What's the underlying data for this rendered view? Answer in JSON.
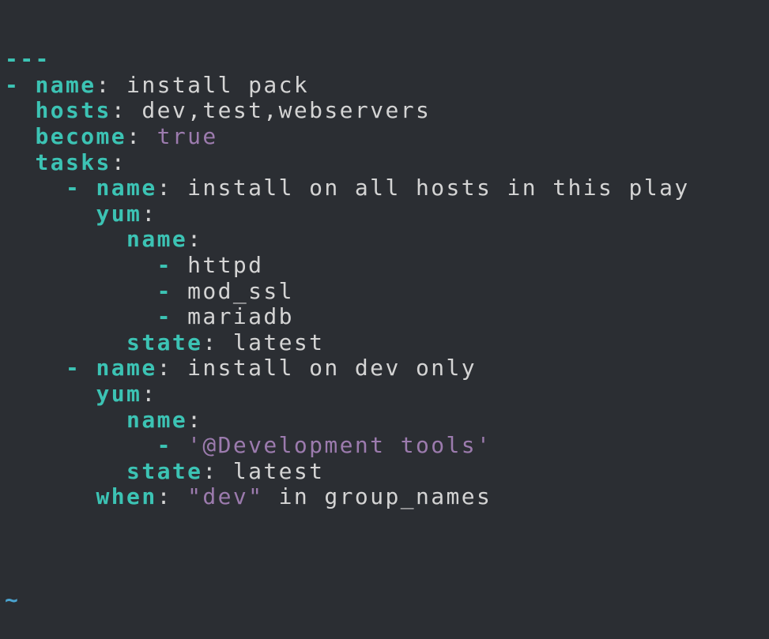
{
  "app": {
    "name": "terminal text editor",
    "content_type": "ansible-playbook-yaml"
  },
  "colors": {
    "background": "#2b2e33",
    "key": "#3cc3b4",
    "text": "#d4d4d4",
    "string": "#9c7bae",
    "tilde": "#4aa3cf"
  },
  "buffer": {
    "empty_line_marker": "~",
    "lines": [
      {
        "segments": [
          {
            "style": "key",
            "text": "---"
          }
        ]
      },
      {
        "segments": [
          {
            "style": "key",
            "text": "- name"
          },
          {
            "style": "text",
            "text": ": install pack"
          }
        ]
      },
      {
        "segments": [
          {
            "style": "key",
            "text": "  hosts"
          },
          {
            "style": "text",
            "text": ": dev,test,webservers"
          }
        ]
      },
      {
        "segments": [
          {
            "style": "key",
            "text": "  become"
          },
          {
            "style": "text",
            "text": ": "
          },
          {
            "style": "str",
            "text": "true"
          }
        ]
      },
      {
        "segments": [
          {
            "style": "key",
            "text": "  tasks"
          },
          {
            "style": "text",
            "text": ":"
          }
        ]
      },
      {
        "segments": [
          {
            "style": "key",
            "text": "    - name"
          },
          {
            "style": "text",
            "text": ": install on all hosts in this play"
          }
        ]
      },
      {
        "segments": [
          {
            "style": "key",
            "text": "      yum"
          },
          {
            "style": "text",
            "text": ":"
          }
        ]
      },
      {
        "segments": [
          {
            "style": "key",
            "text": "        name"
          },
          {
            "style": "text",
            "text": ":"
          }
        ]
      },
      {
        "segments": [
          {
            "style": "key",
            "text": "          - "
          },
          {
            "style": "text",
            "text": "httpd"
          }
        ]
      },
      {
        "segments": [
          {
            "style": "key",
            "text": "          - "
          },
          {
            "style": "text",
            "text": "mod_ssl"
          }
        ]
      },
      {
        "segments": [
          {
            "style": "key",
            "text": "          - "
          },
          {
            "style": "text",
            "text": "mariadb"
          }
        ]
      },
      {
        "segments": [
          {
            "style": "key",
            "text": "        state"
          },
          {
            "style": "text",
            "text": ": latest"
          }
        ]
      },
      {
        "segments": [
          {
            "style": "key",
            "text": "    - name"
          },
          {
            "style": "text",
            "text": ": install on dev only"
          }
        ]
      },
      {
        "segments": [
          {
            "style": "key",
            "text": "      yum"
          },
          {
            "style": "text",
            "text": ":"
          }
        ]
      },
      {
        "segments": [
          {
            "style": "key",
            "text": "        name"
          },
          {
            "style": "text",
            "text": ":"
          }
        ]
      },
      {
        "segments": [
          {
            "style": "key",
            "text": "          - "
          },
          {
            "style": "str",
            "text": "'@Development tools'"
          }
        ]
      },
      {
        "segments": [
          {
            "style": "key",
            "text": "        state"
          },
          {
            "style": "text",
            "text": ": latest"
          }
        ]
      },
      {
        "segments": [
          {
            "style": "key",
            "text": "      when"
          },
          {
            "style": "text",
            "text": ": "
          },
          {
            "style": "str",
            "text": "\"dev\""
          },
          {
            "style": "text",
            "text": " in group_names"
          }
        ]
      },
      {
        "segments": []
      }
    ]
  }
}
